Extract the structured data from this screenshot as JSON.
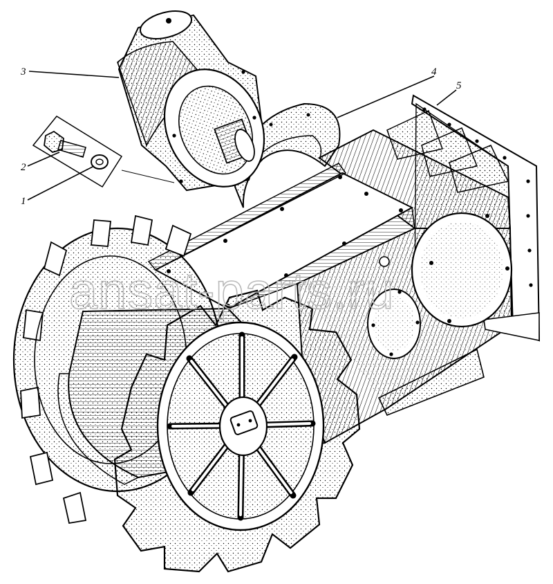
{
  "callouts": [
    {
      "id": "1",
      "text": "1"
    },
    {
      "id": "2",
      "text": "2"
    },
    {
      "id": "3",
      "text": "3"
    },
    {
      "id": "4",
      "text": "4"
    },
    {
      "id": "5",
      "text": "5"
    }
  ],
  "watermark": "ansat-parts.ru",
  "colors": {
    "ink": "#000000",
    "paper": "#ffffff",
    "watermark": "#b9b9b9"
  }
}
